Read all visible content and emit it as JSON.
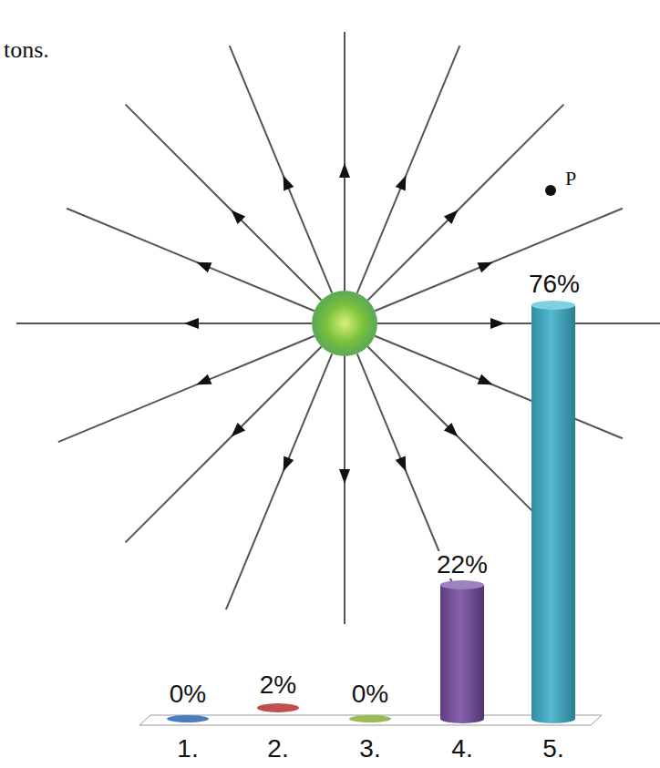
{
  "diagram": {
    "labels": [
      "tons.",
      "P",
      "76%",
      "22%",
      "0%",
      "2%",
      "0%",
      "1.",
      "2.",
      "3.",
      "4.",
      "5."
    ]
  }
}
